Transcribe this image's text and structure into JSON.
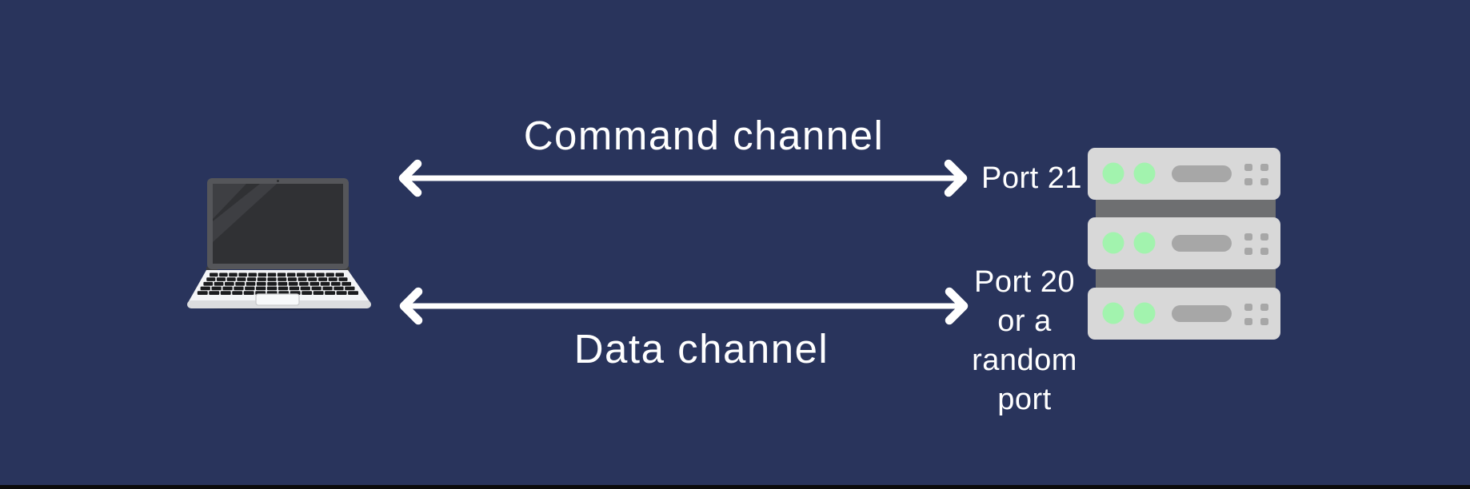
{
  "diagram": {
    "client_icon": "laptop-icon",
    "server_icon": "server-stack-icon",
    "server_units": 3,
    "leds_per_unit": 2
  },
  "channels": {
    "command": {
      "label": "Command channel",
      "port_label": "Port 21"
    },
    "data": {
      "label": "Data channel",
      "port_lines": {
        "l1": "Port 20",
        "l2": "or a",
        "l3": "random",
        "l4": "port"
      }
    }
  },
  "colors": {
    "background": "#29345C",
    "bottom_bar": "#0B0B0B",
    "arrow": "#FFFFFF",
    "text": "#FFFFFF",
    "server_body": "#D8D8D8",
    "server_connector": "#6E6F71",
    "server_detail": "#A7A7A7",
    "server_led_green": "#A2F3AE",
    "laptop_bezel": "#55565A",
    "laptop_screen": "#303134",
    "laptop_screen_glare": "#3E3F43",
    "laptop_hinge": "#3A3B3F",
    "laptop_base": "#F4F5F7",
    "laptop_base_edge": "#DCDDDF",
    "laptop_keys": "#1B1C1E",
    "trackpad_stroke": "#C9CACC"
  }
}
